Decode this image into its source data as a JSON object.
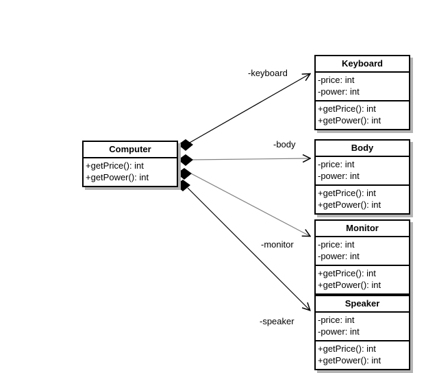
{
  "diagram": {
    "kind": "uml-class-diagram",
    "background_color": "#ffffff",
    "line_color": "#000000",
    "shadow_color": "#b4b4b4",
    "diamond_color": "#000000",
    "relationship_type": "composition"
  },
  "owner": {
    "name": "Computer",
    "attributes": [],
    "operations": [
      "+getPrice(): int",
      "+getPower(): int"
    ]
  },
  "parts": [
    {
      "name": "Keyboard",
      "role_label": "-keyboard",
      "attributes": [
        "-price: int",
        "-power: int"
      ],
      "operations": [
        "+getPrice(): int",
        "+getPower(): int"
      ]
    },
    {
      "name": "Body",
      "role_label": "-body",
      "attributes": [
        "-price: int",
        "-power: int"
      ],
      "operations": [
        "+getPrice(): int",
        "+getPower(): int"
      ]
    },
    {
      "name": "Monitor",
      "role_label": "-monitor",
      "attributes": [
        "-price: int",
        "-power: int"
      ],
      "operations": [
        "+getPrice(): int",
        "+getPower(): int"
      ]
    },
    {
      "name": "Speaker",
      "role_label": "-speaker",
      "attributes": [
        "-price: int",
        "-power: int"
      ],
      "operations": [
        "+getPrice(): int",
        "+getPower(): int"
      ]
    }
  ]
}
